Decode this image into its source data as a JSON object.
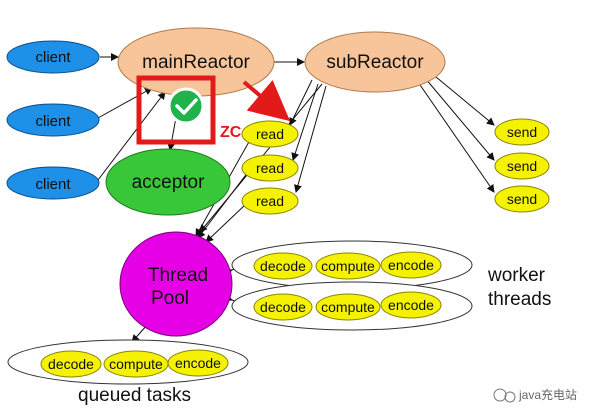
{
  "diagram": {
    "colors": {
      "client_fill": "#1e90e8",
      "reactor_fill": "#f8c59a",
      "acceptor_fill": "#39c73a",
      "small_fill": "#f5f200",
      "pool_fill": "#e600e6",
      "highlight_red": "#e21a1a",
      "check_green": "#22b24c"
    },
    "clients": [
      "client",
      "client",
      "client"
    ],
    "main_reactor": "mainReactor",
    "sub_reactor": "subReactor",
    "acceptor": "acceptor",
    "zc_label": "ZC",
    "reads": [
      "read",
      "read",
      "read"
    ],
    "sends": [
      "send",
      "send",
      "send"
    ],
    "thread_pool": {
      "line1": "Thread",
      "line2": "Pool"
    },
    "worker_rows": [
      [
        "decode",
        "compute",
        "encode"
      ],
      [
        "decode",
        "compute",
        "encode"
      ]
    ],
    "worker_label": {
      "line1": "worker",
      "line2": "threads"
    },
    "queued_row": [
      "decode",
      "compute",
      "encode"
    ],
    "queued_label": "queued tasks",
    "watermark": "java充电站"
  }
}
